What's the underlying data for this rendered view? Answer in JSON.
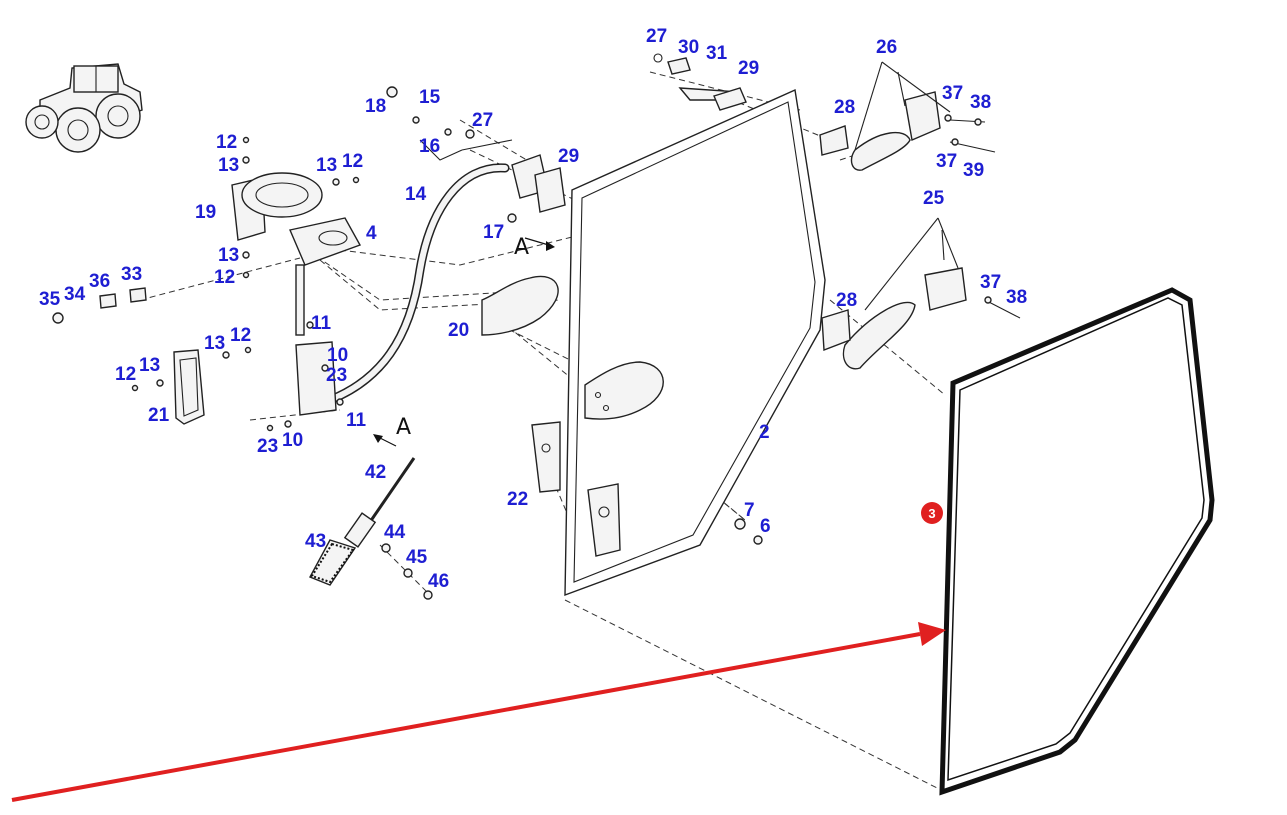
{
  "labels": [
    {
      "id": "l1",
      "text": "27"
    },
    {
      "id": "l2",
      "text": "30"
    },
    {
      "id": "l3",
      "text": "31"
    },
    {
      "id": "l4",
      "text": "29"
    },
    {
      "id": "l5",
      "text": "26"
    },
    {
      "id": "l6",
      "text": "37"
    },
    {
      "id": "l7",
      "text": "38"
    },
    {
      "id": "l8",
      "text": "28"
    },
    {
      "id": "l9",
      "text": "37"
    },
    {
      "id": "l10",
      "text": "39"
    },
    {
      "id": "l11",
      "text": "18"
    },
    {
      "id": "l12",
      "text": "15"
    },
    {
      "id": "l13",
      "text": "27"
    },
    {
      "id": "l14",
      "text": "16"
    },
    {
      "id": "l15",
      "text": "29"
    },
    {
      "id": "l16",
      "text": "14"
    },
    {
      "id": "l17",
      "text": "17"
    },
    {
      "id": "l18",
      "text": "12"
    },
    {
      "id": "l19",
      "text": "13"
    },
    {
      "id": "l20",
      "text": "13"
    },
    {
      "id": "l21",
      "text": "12"
    },
    {
      "id": "l22",
      "text": "19"
    },
    {
      "id": "l23",
      "text": "4"
    },
    {
      "id": "l24",
      "text": "13"
    },
    {
      "id": "l25",
      "text": "12"
    },
    {
      "id": "l26",
      "text": "35"
    },
    {
      "id": "l27",
      "text": "34"
    },
    {
      "id": "l28",
      "text": "36"
    },
    {
      "id": "l29",
      "text": "33"
    },
    {
      "id": "l30",
      "text": "25"
    },
    {
      "id": "l31",
      "text": "37"
    },
    {
      "id": "l32",
      "text": "38"
    },
    {
      "id": "l33",
      "text": "28"
    },
    {
      "id": "l34",
      "text": "20"
    },
    {
      "id": "l35",
      "text": "11"
    },
    {
      "id": "l36",
      "text": "13"
    },
    {
      "id": "l37",
      "text": "12"
    },
    {
      "id": "l38",
      "text": "12"
    },
    {
      "id": "l39",
      "text": "13"
    },
    {
      "id": "l40",
      "text": "10"
    },
    {
      "id": "l41",
      "text": "23"
    },
    {
      "id": "l42",
      "text": "21"
    },
    {
      "id": "l43",
      "text": "11"
    },
    {
      "id": "l44",
      "text": "23"
    },
    {
      "id": "l45",
      "text": "10"
    },
    {
      "id": "l46",
      "text": "2"
    },
    {
      "id": "l47",
      "text": "42"
    },
    {
      "id": "l48",
      "text": "22"
    },
    {
      "id": "l49",
      "text": "7"
    },
    {
      "id": "l50",
      "text": "6"
    },
    {
      "id": "l51",
      "text": "43"
    },
    {
      "id": "l52",
      "text": "44"
    },
    {
      "id": "l53",
      "text": "45"
    },
    {
      "id": "l54",
      "text": "46"
    }
  ],
  "section_markers": [
    {
      "id": "sA1",
      "text": "A"
    },
    {
      "id": "sA2",
      "text": "A"
    }
  ],
  "callout": {
    "text": "3",
    "color": "#e02020"
  },
  "arrow_color": "#e02020",
  "label_color": "#1e1ed2"
}
